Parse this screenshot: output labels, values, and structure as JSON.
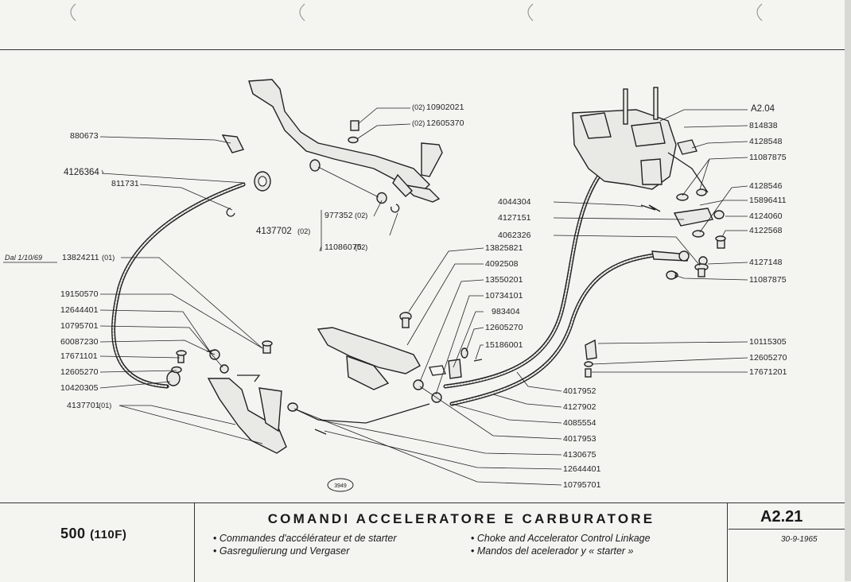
{
  "diagram": {
    "section_ref": "A2.04",
    "handwritten_note": "Dal 1/10/69",
    "drawing_number": "3949",
    "part_labels": {
      "p880673": "880673",
      "p4126364": "4126364",
      "p811731": "811731",
      "p13824211": "13824211",
      "p13824211_suffix": "(01)",
      "p19150570": "19150570",
      "p12644401_left": "12644401",
      "p10795701_left": "10795701",
      "p60087230": "60087230",
      "p17671101": "17671101",
      "p12605270_left": "12605270",
      "p10420305": "10420305",
      "p4137701": "4137701",
      "p4137701_suffix": "(01)",
      "p10902021": "10902021",
      "p10902021_prefix": "(02)",
      "p12605370": "12605370",
      "p12605370_prefix": "(02)",
      "p977352": "977352",
      "p977352_suffix": "(02)",
      "p4137702": "4137702",
      "p4137702_suffix": "(02)",
      "p11086075": "11086075",
      "p11086075_suffix": "(02)",
      "p4044304": "4044304",
      "p4127151": "4127151",
      "p4062326": "4062326",
      "p13825821": "13825821",
      "p4092508": "4092508",
      "p13550201": "13550201",
      "p10734101": "10734101",
      "p983404": "983404",
      "p12605270_mid": "12605270",
      "p15186001": "15186001",
      "p814838": "814838",
      "p4128548": "4128548",
      "p11087875_top": "11087875",
      "p4128546": "4128546",
      "p15896411": "15896411",
      "p4124060": "4124060",
      "p4122568": "4122568",
      "p4127148": "4127148",
      "p11087875_bot": "11087875",
      "p10115305": "10115305",
      "p12605270_right": "12605270",
      "p17671201": "17671201",
      "p4017952": "4017952",
      "p4127902": "4127902",
      "p4085554": "4085554",
      "p4017953": "4017953",
      "p4130675": "4130675",
      "p12644401_bot": "12644401",
      "p10795701_bot": "10795701"
    }
  },
  "title_block": {
    "model": "500",
    "model_code": "(110F)",
    "title": "COMANDI ACCELERATORE E CARBURATORE",
    "subtitles_left": [
      "Commandes d'accélérateur et de starter",
      "Gasregulierung und Vergaser"
    ],
    "subtitles_right": [
      "Choke and Accelerator Control Linkage",
      "Mandos del acelerador y « starter »"
    ],
    "ref_code": "A2.21",
    "date": "30-9-1965"
  }
}
